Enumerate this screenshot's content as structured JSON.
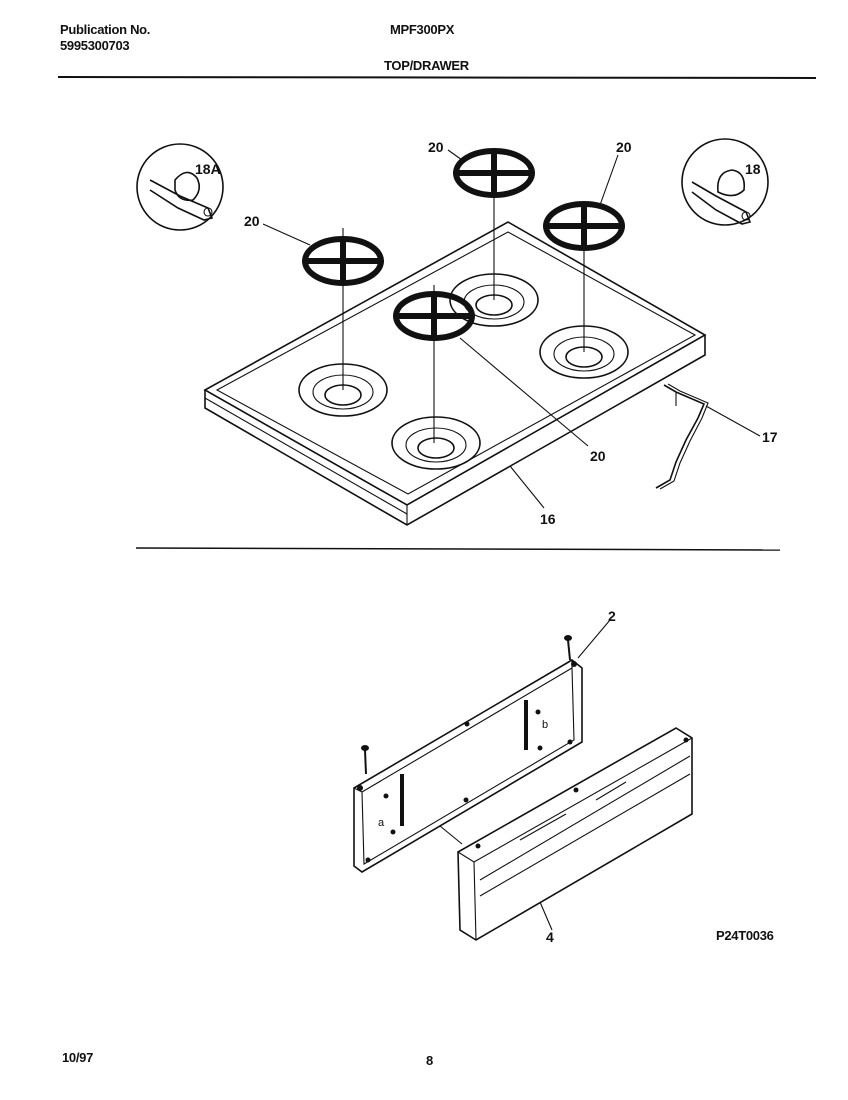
{
  "header": {
    "publication_label": "Publication No.",
    "publication_number": "5995300703",
    "model": "MPF300PX",
    "section": "TOP/DRAWER"
  },
  "callouts": {
    "c18a": "18A",
    "c18": "18",
    "grate_left": "20",
    "grate_back_left": "20",
    "grate_back_right": "20",
    "grate_front": "20",
    "c17": "17",
    "c16": "16",
    "c2": "2",
    "c4": "4"
  },
  "figure_code": "P24T0036",
  "footer": {
    "date": "10/97",
    "page": "8"
  }
}
